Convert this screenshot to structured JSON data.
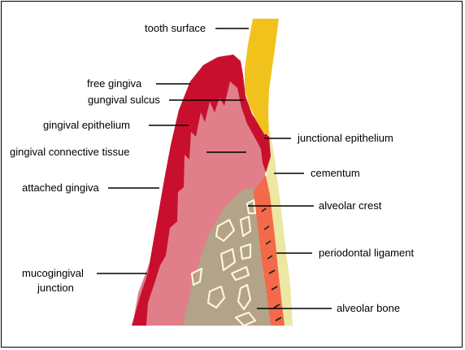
{
  "colors": {
    "tooth": "#f2c21c",
    "gingiva": "#c8102e",
    "connective": "#e07f8a",
    "bone": "#b3a489",
    "ligament": "#f26a4a",
    "cementum": "#ece7a2",
    "bone_pores": "#fff6d8",
    "fibers": "#1a1a1a"
  },
  "labels": {
    "tooth_surface": "tooth surface",
    "free_gingiva": "free gingiva",
    "gungival_sulcus": "gungival sulcus",
    "gingival_epithelium": "gingival epithelium",
    "gingival_connective_tissue": "gingival connective tissue",
    "attached_gingiva": "attached gingiva",
    "mucogingival_junction_1": "mucogingival",
    "mucogingival_junction_2": "junction",
    "junctional_epithelium": "junctional epithelium",
    "cementum": "cementum",
    "alveolar_crest": "alveolar crest",
    "periodontal_ligament": "periodontal ligament",
    "alveolar_bone": "alveolar bone"
  }
}
